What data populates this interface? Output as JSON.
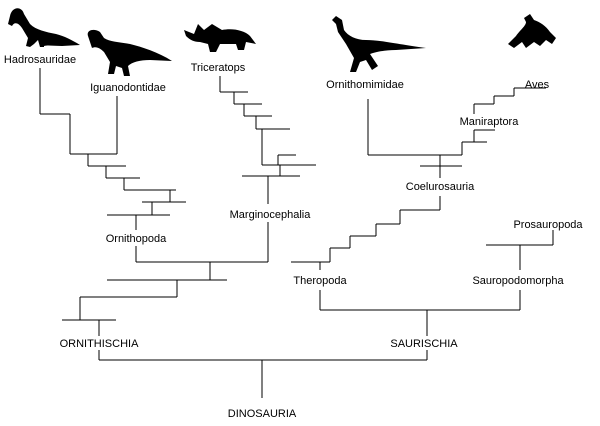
{
  "tree": {
    "root": "DINOSAURIA",
    "clades": {
      "ornithischia": "ORNITHISCHIA",
      "saurischia": "SAURISCHIA",
      "ornithopoda": "Ornithopoda",
      "marginocephalia": "Marginocephalia",
      "theropoda": "Theropoda",
      "sauropodomorpha": "Sauropodomorpha",
      "coelurosauria": "Coelurosauria",
      "maniraptora": "Maniraptora",
      "prosauropoda": "Prosauropoda"
    },
    "taxa": {
      "hadrosauridae": "Hadrosauridae",
      "iguanodontidae": "Iguanodontidae",
      "triceratops": "Triceratops",
      "ornithomimidae": "Ornithomimidae",
      "aves": "Aves"
    }
  },
  "silhouettes": [
    "hadrosaur-silhouette",
    "iguanodon-silhouette",
    "triceratops-silhouette",
    "ornithomimid-silhouette",
    "bird-silhouette"
  ],
  "colors": {
    "line": "#000000",
    "background": "#ffffff"
  }
}
